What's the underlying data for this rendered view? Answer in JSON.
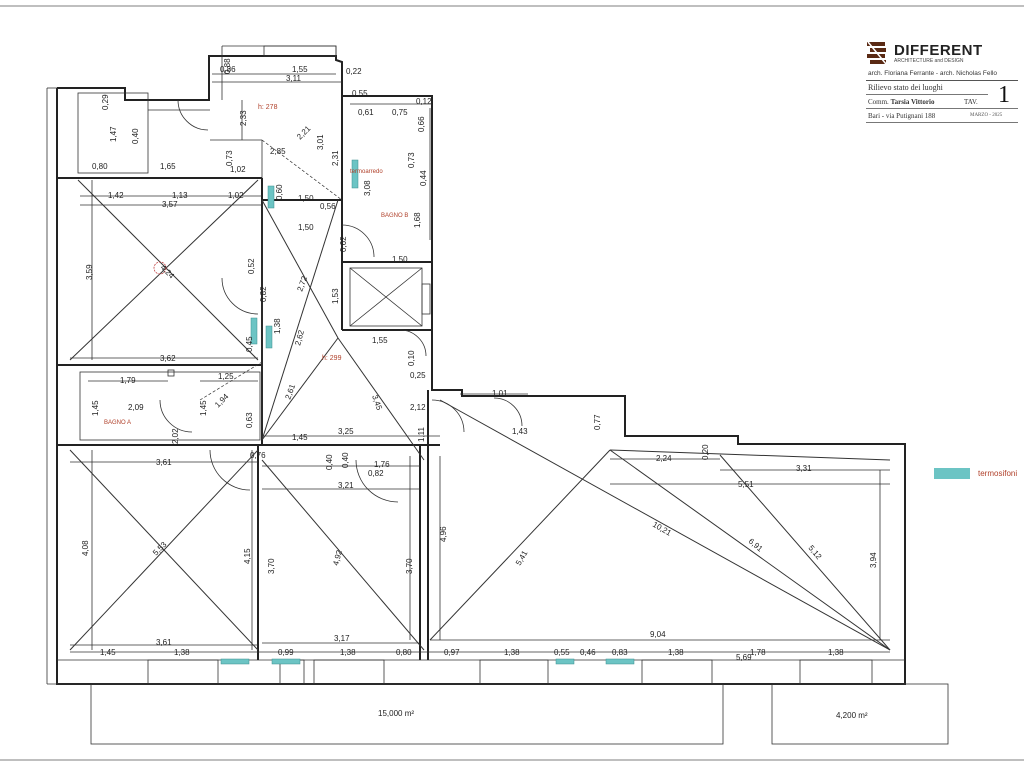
{
  "title_block": {
    "brand_name": "DIFFERENT",
    "brand_subtitle": "ARCHITECTURE and DESIGN",
    "architects": "arch. Floriana Ferrante - arch. Nicholas Fello",
    "drawing_title": "Rilievo stato dei luoghi",
    "client_label": "Comm.",
    "client_name": "Tarsia Vittorio",
    "sheet_label": "TAV.",
    "sheet_number": "1",
    "address": "Bari - via Putignani 188",
    "date": "MARZO - 2025"
  },
  "legend": {
    "label": "termosifoni",
    "color": "#6cc4c4"
  },
  "rooms": {
    "bagno_a": "BAGNO A",
    "bagno_b": "BAGNO B",
    "termoarredo": "termoarredo"
  },
  "heights": {
    "h1": "h: 278",
    "h2": "h: 299"
  },
  "areas": {
    "left": "15,000 m²",
    "right": "4,200 m²"
  },
  "dimensions": {
    "d086": "0,86",
    "d155": "1,55",
    "d022": "0,22",
    "d311": "3,11",
    "d088": "0,88",
    "d055": "0,55",
    "d233": "2,33",
    "d221": "2,21",
    "d301": "3,01",
    "d061": "0,61",
    "d075": "0,75",
    "d012": "0,12",
    "d066": "0,66",
    "d029": "0,29",
    "d147": "1,47",
    "d040": "0,40",
    "d080": "0,80",
    "d165": "1,65",
    "d073": "0,73",
    "d285": "2,85",
    "d102": "1,02",
    "d231": "2,31",
    "d308": "3,08",
    "d044": "0,44",
    "d168": "1,68",
    "d142": "1,42",
    "d113": "1,13",
    "d1021": "1,02",
    "d357": "3,57",
    "d060": "0,60",
    "d150a": "1,50",
    "d056": "0,56",
    "d150b": "1,50",
    "d062": "0,62",
    "d150c": "1,50",
    "d359": "3,59",
    "d424": "4,24",
    "d052": "0,52",
    "d082": "0,82",
    "d272": "2,72",
    "d153": "1,53",
    "d138": "1,38",
    "d262": "2,62",
    "d045": "0,45",
    "d362": "3,62",
    "d155b": "1,55",
    "d010": "0,10",
    "d179": "1,79",
    "d125": "1,25",
    "d025": "0,25",
    "d261": "2,61",
    "d194": "1,94",
    "d345": "3,45",
    "d212": "2,12",
    "d101": "1,01",
    "d145a": "1,45",
    "d209": "2,09",
    "d145b": "1,45",
    "d202": "2,02",
    "d063": "0,63",
    "d076": "0,76",
    "d145c": "1,45",
    "d325": "3,25",
    "d111": "1,11",
    "d143": "1,43",
    "d077": "0,77",
    "d040b": "0,40",
    "d176": "1,76",
    "d082b": "0,82",
    "d040c": "0,40",
    "d321": "3,21",
    "d361a": "3,61",
    "d224": "2,24",
    "d020": "0,20",
    "d331": "3,31",
    "d551": "5,51",
    "d408": "4,08",
    "d553": "5,53",
    "d415": "4,15",
    "d370a": "3,70",
    "d492": "4,92",
    "d370b": "3,70",
    "d496": "4,96",
    "d541": "5,41",
    "d1021b": "10,21",
    "d691": "6,91",
    "d512": "5,12",
    "d394": "3,94",
    "d361b": "3,61",
    "d317": "3,17",
    "d904": "9,04",
    "d145d": "1,45",
    "d138a": "1,38",
    "d099": "0,99",
    "d138b": "1,38",
    "d080b": "0,80",
    "d097": "0,97",
    "d138c": "1,38",
    "d055b": "0,55",
    "d046": "0,46",
    "d083": "0,83",
    "d138d": "1,38",
    "d178": "1,78",
    "d138e": "1,38",
    "d569": "5,69"
  }
}
